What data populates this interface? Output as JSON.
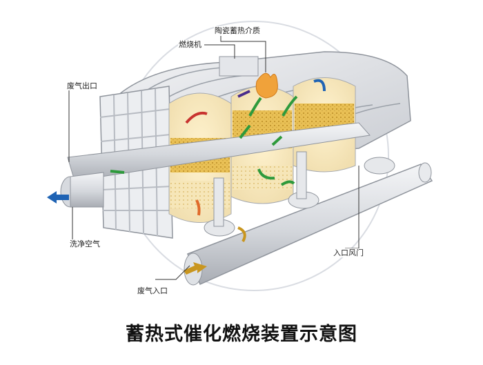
{
  "diagram": {
    "title": "蓄热式催化燃烧装置示意图",
    "labels": {
      "ceramic_medium": "陶瓷蓄热介质",
      "burner": "燃烧机",
      "exhaust_outlet": "废气出口",
      "purge_air": "洗净空气",
      "inlet_damper": "入口风门",
      "exhaust_inlet": "废气入口"
    },
    "colors": {
      "outlet_arrow": "#1f63b4",
      "inlet_arrow": "#c9961f",
      "flow_green": "#2e9a3c",
      "flow_red": "#c8332f",
      "flow_purple": "#4a2d8c",
      "media": "#e9c055"
    }
  }
}
